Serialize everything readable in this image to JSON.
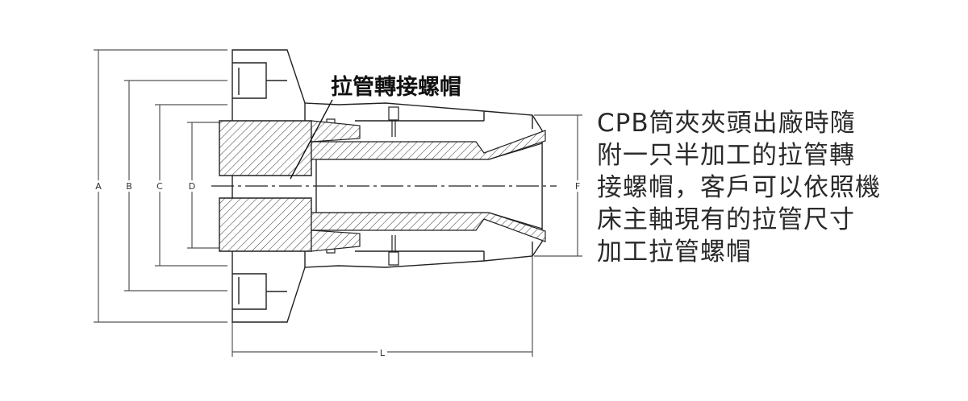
{
  "callout_label": "拉管轉接螺帽",
  "dimension_labels": {
    "A": "A",
    "B": "B",
    "C": "C",
    "D": "D",
    "F": "F",
    "L": "L"
  },
  "description_lines": [
    "CPB筒夾夾頭出廠時隨",
    "附一只半加工的拉管轉",
    "接螺帽，客戶可以依照機",
    "床主軸現有的拉管尺寸",
    "加工拉管螺帽"
  ]
}
